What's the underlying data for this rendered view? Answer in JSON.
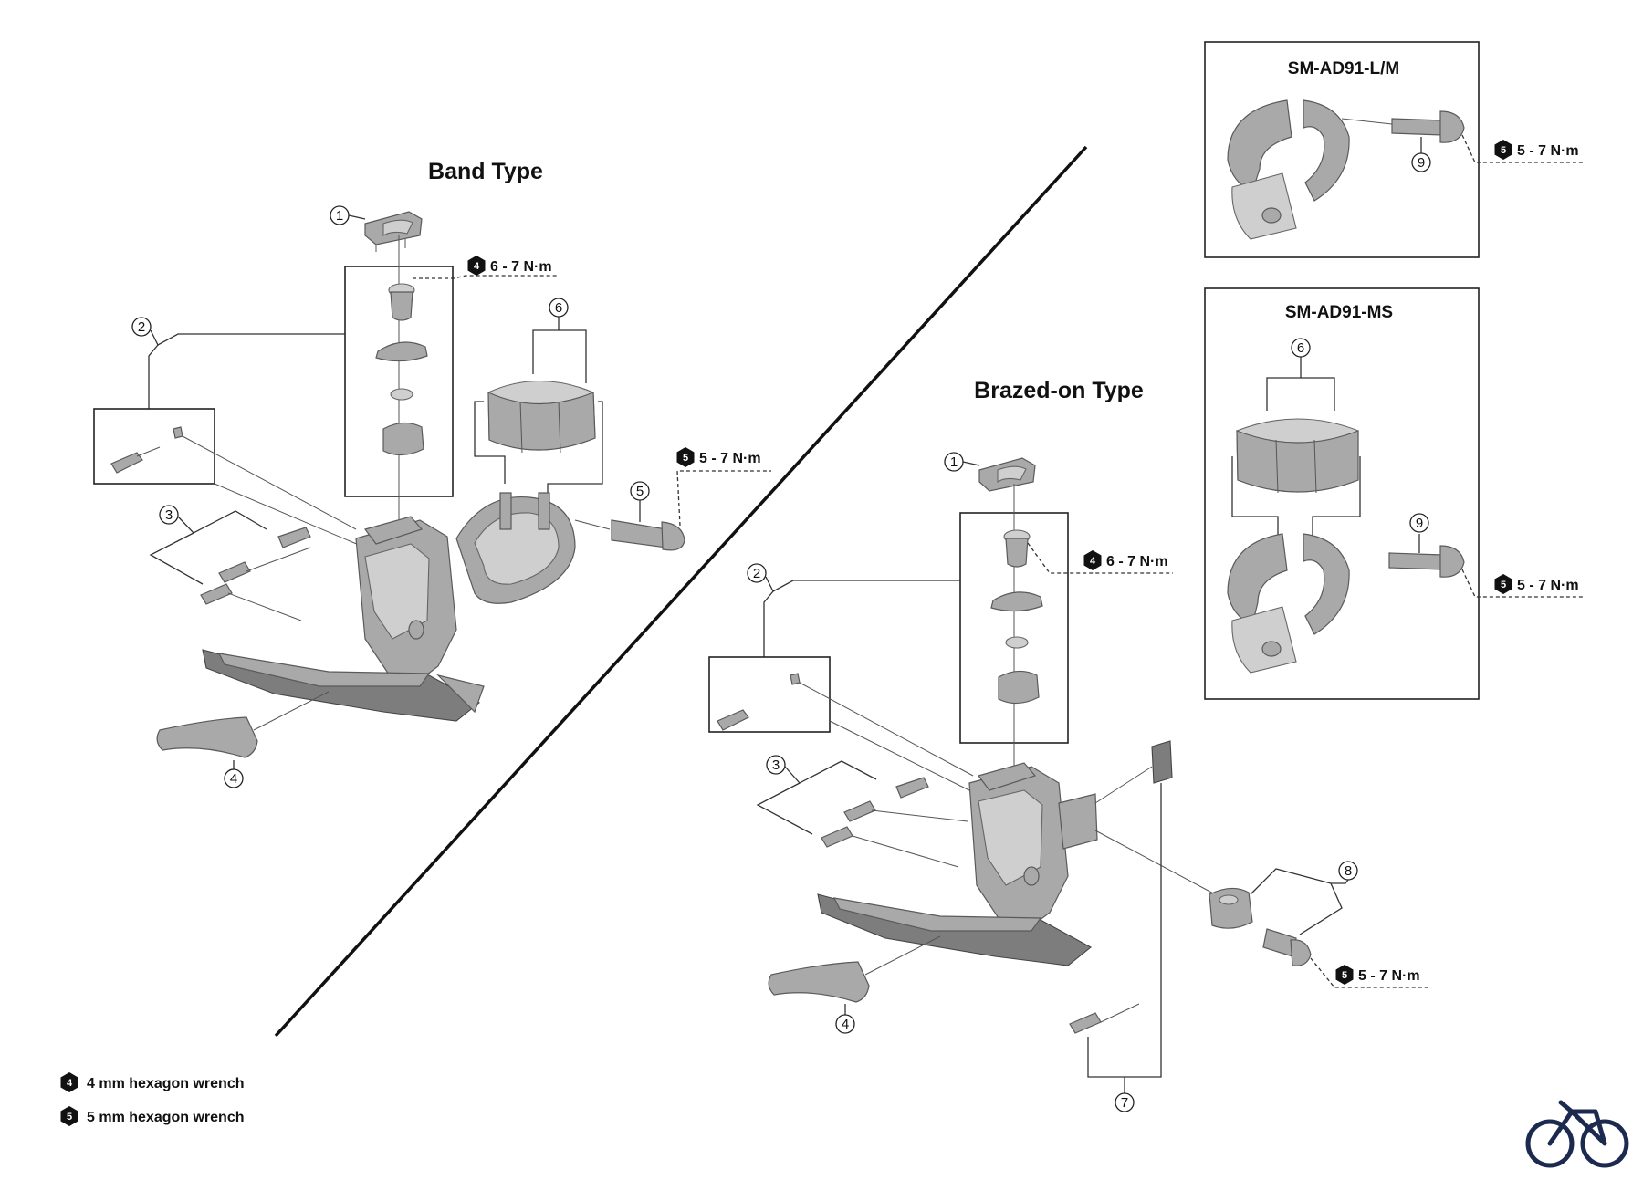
{
  "sections": {
    "band": {
      "title": "Band Type"
    },
    "brazed": {
      "title": "Brazed-on Type"
    },
    "adapter_lm": {
      "title": "SM-AD91-L/M"
    },
    "adapter_ms": {
      "title": "SM-AD91-MS"
    }
  },
  "torques": {
    "band_clamp_bolt": {
      "tool": "4",
      "value": "6 - 7 N·m"
    },
    "band_band_bolt": {
      "tool": "5",
      "value": "5 - 7 N·m"
    },
    "brazed_clamp_bolt": {
      "tool": "4",
      "value": "6 - 7 N·m"
    },
    "brazed_mount_bolt": {
      "tool": "5",
      "value": "5 - 7 N·m"
    },
    "lm_bolt": {
      "tool": "5",
      "value": "5 - 7 N·m"
    },
    "ms_bolt": {
      "tool": "5",
      "value": "5 - 7 N·m"
    }
  },
  "callouts": {
    "band": [
      "1",
      "2",
      "3",
      "4",
      "5",
      "6"
    ],
    "brazed": [
      "1",
      "2",
      "3",
      "4",
      "7",
      "8"
    ],
    "lm": [
      "9"
    ],
    "ms": [
      "6",
      "9"
    ]
  },
  "legend": [
    {
      "tool": "4",
      "label": "4 mm hexagon wrench"
    },
    {
      "tool": "5",
      "label": "5 mm hexagon wrench"
    }
  ],
  "icons": {
    "logo": "bicycle-icon"
  }
}
